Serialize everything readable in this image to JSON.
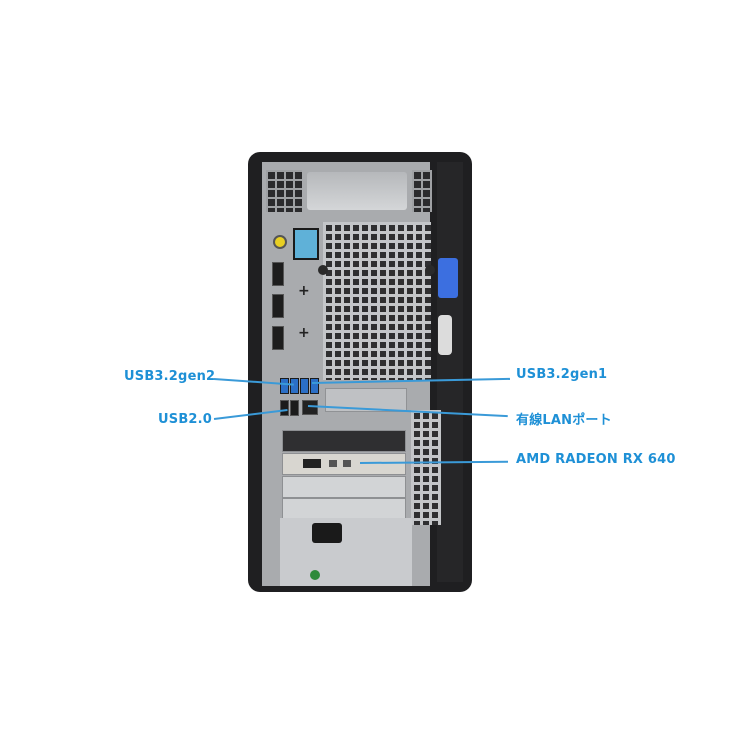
{
  "image": {
    "subject": "Desktop tower PC rear panel",
    "background": "#ffffff",
    "accent_color": "#1e90d6"
  },
  "callouts": {
    "left": [
      {
        "id": "usb32gen2",
        "label": "USB3.2gen2"
      },
      {
        "id": "usb20",
        "label": "USB2.0"
      }
    ],
    "right": [
      {
        "id": "usb32gen1",
        "label": "USB3.2gen1"
      },
      {
        "id": "lan",
        "label": "有線LANポート"
      },
      {
        "id": "gpu",
        "label": "AMD RADEON RX 640"
      }
    ]
  }
}
